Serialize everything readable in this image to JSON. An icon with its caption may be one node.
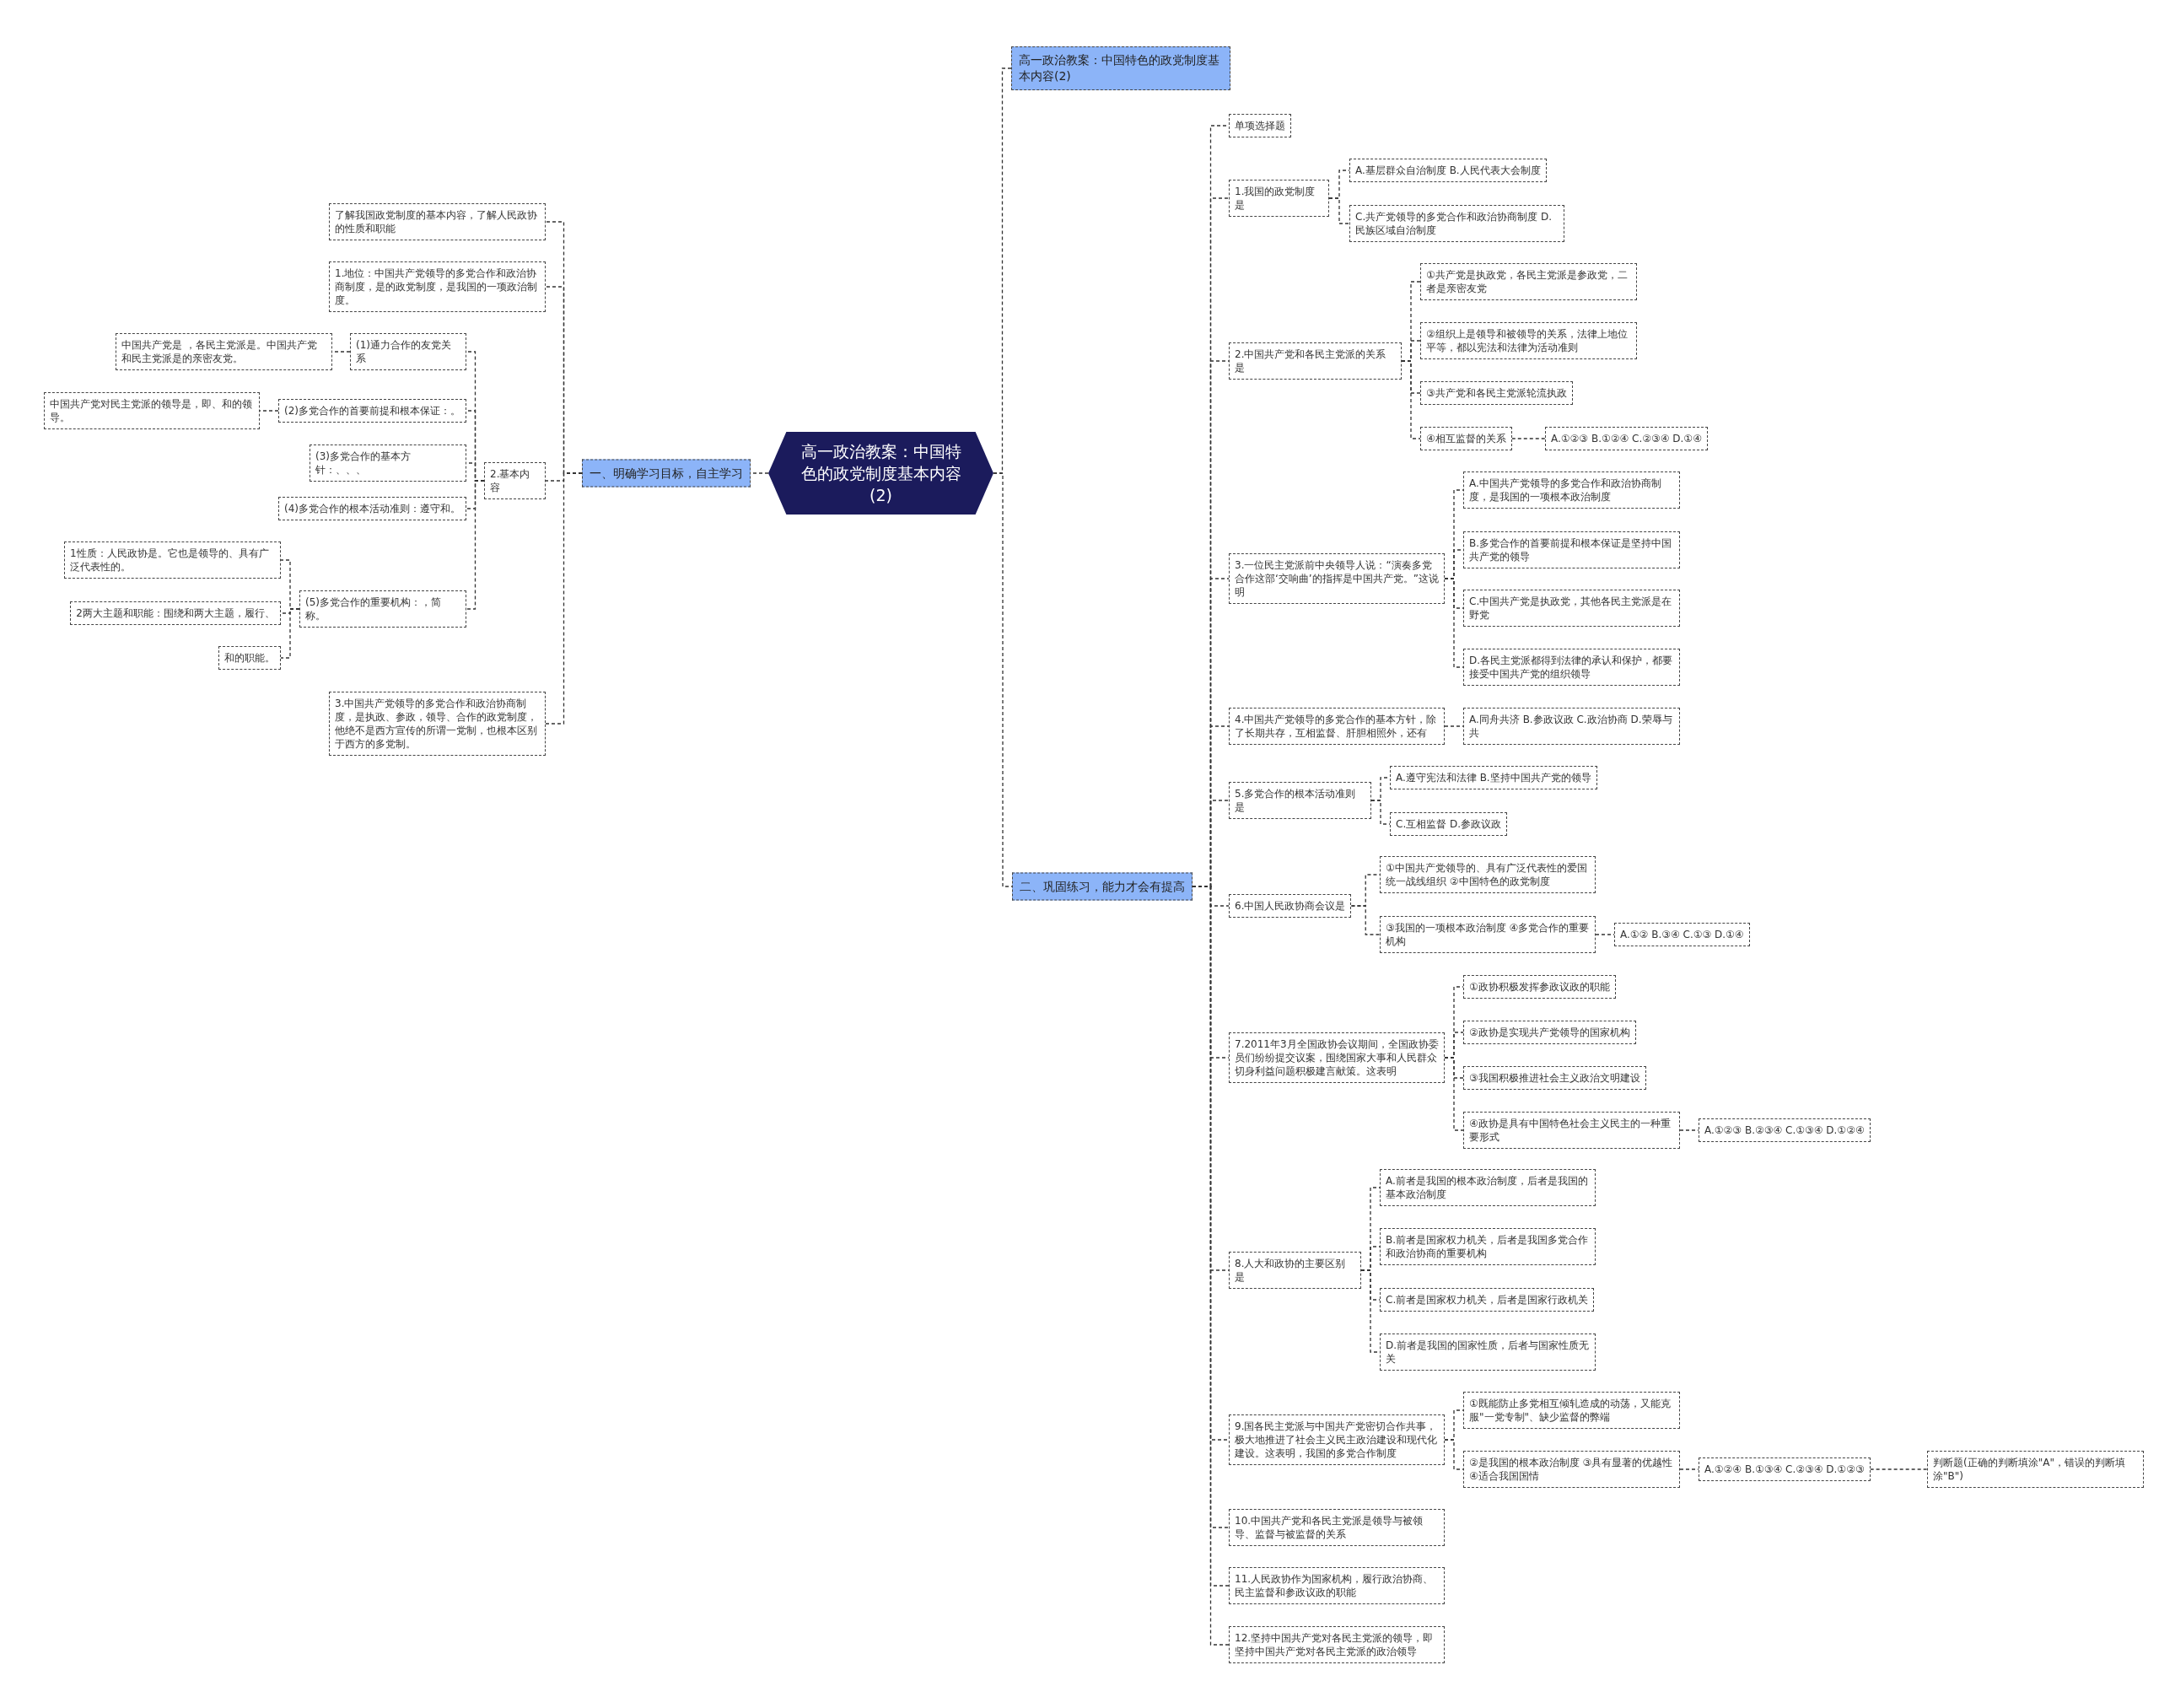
{
  "diagram": {
    "nodes": [
      {
        "text": [
          "高一政治教案：中国特色的政党制度基本内容(2)"
        ]
      },
      {
        "text": [
          "高一政治教案：中国特色的政党制度基本内容(2)"
        ]
      },
      {
        "text": [
          "一、明确学习目标，自主学习"
        ]
      },
      {
        "text": [
          "了解我国政党制度的基本内容，了解人民政协的性质和职能"
        ]
      },
      {
        "text": [
          "1.地位：中国共产党领导的多党合作和政治协商制度，是的政党制度，是我国的一项政治制度。"
        ]
      },
      {
        "text": [
          "2.基本内容"
        ]
      },
      {
        "text": [
          "(1)通力合作的友党关系"
        ]
      },
      {
        "text": [
          "中国共产党是 ，各民主党派是。中国共产党和民主党派是的亲密友党。"
        ]
      },
      {
        "text": [
          "(2)多党合作的首要前提和根本保证：。"
        ]
      },
      {
        "text": [
          "中国共产党对民主党派的领导是，即、和的领导。"
        ]
      },
      {
        "text": [
          "(3)多党合作的基本方针：、、、"
        ]
      },
      {
        "text": [
          "(4)多党合作的根本活动准则：遵守和。"
        ]
      },
      {
        "text": [
          "(5)多党合作的重要机构：，简称。"
        ]
      },
      {
        "text": [
          "1性质：人民政协是。它也是领导的、具有广泛代表性的。"
        ]
      },
      {
        "text": [
          "2两大主题和职能：围绕和两大主题，履行、"
        ]
      },
      {
        "text": [
          "和的职能。"
        ]
      },
      {
        "text": [
          "3.中国共产党领导的多党合作和政治协商制度，是执政、参政，领导、合作的政党制度，他绝不是西方宣传的所谓一党制，也根本区别于西方的多党制。"
        ]
      },
      {
        "text": [
          "二、巩固练习，能力才会有提高"
        ]
      },
      {
        "text": [
          "单项选择题"
        ]
      },
      {
        "text": [
          "1.我国的政党制度是"
        ]
      },
      {
        "text": [
          "A.基层群众自治制度 B.人民代表大会制度"
        ]
      },
      {
        "text": [
          "C.共产党领导的多党合作和政治协商制度 D.民族区域自治制度"
        ]
      },
      {
        "text": [
          "2.中国共产党和各民主党派的关系是"
        ]
      },
      {
        "text": [
          "①共产党是执政党，各民主党派是参政党，二者是亲密友党"
        ]
      },
      {
        "text": [
          "②组织上是领导和被领导的关系，法律上地位平等，都以宪法和法律为活动准则"
        ]
      },
      {
        "text": [
          "③共产党和各民主党派轮流执政"
        ]
      },
      {
        "text": [
          "④相互监督的关系"
        ]
      },
      {
        "text": [
          "A.①②③ B.①②④ C.②③④ D.①④"
        ]
      },
      {
        "text": [
          "3.一位民主党派前中央领导人说：“演奏多党合作这部‘交响曲’的指挥是中国共产党。”这说明"
        ]
      },
      {
        "text": [
          "A.中国共产党领导的多党合作和政治协商制度，是我国的一项根本政治制度"
        ]
      },
      {
        "text": [
          "B.多党合作的首要前提和根本保证是坚持中国共产党的领导"
        ]
      },
      {
        "text": [
          "C.中国共产党是执政党，其他各民主党派是在野党"
        ]
      },
      {
        "text": [
          "D.各民主党派都得到法律的承认和保护，都要接受中国共产党的组织领导"
        ]
      },
      {
        "text": [
          "4.中国共产党领导的多党合作的基本方针，除了长期共存，互相监督、肝胆相照外，还有"
        ]
      },
      {
        "text": [
          "A.同舟共济 B.参政议政 C.政治协商 D.荣辱与共"
        ]
      },
      {
        "text": [
          "5.多党合作的根本活动准则是"
        ]
      },
      {
        "text": [
          "A.遵守宪法和法律 B.坚持中国共产党的领导"
        ]
      },
      {
        "text": [
          "C.互相监督 D.参政议政"
        ]
      },
      {
        "text": [
          "6.中国人民政协商会议是"
        ]
      },
      {
        "text": [
          "①中国共产党领导的、具有广泛代表性的爱国统一战线组织 ②中国特色的政党制度"
        ]
      },
      {
        "text": [
          "③我国的一项根本政治制度 ④多党合作的重要机构"
        ]
      },
      {
        "text": [
          "A.①② B.③④ C.①③ D.①④"
        ]
      },
      {
        "text": [
          "7.2011年3月全国政协会议期间，全国政协委员们纷纷提交议案，围绕国家大事和人民群众切身利益问题积极建言献策。这表明"
        ]
      },
      {
        "text": [
          "①政协积极发挥参政议政的职能"
        ]
      },
      {
        "text": [
          "②政协是实现共产党领导的国家机构"
        ]
      },
      {
        "text": [
          "③我国积极推进社会主义政治文明建设"
        ]
      },
      {
        "text": [
          "④政协是具有中国特色社会主义民主的一种重要形式"
        ]
      },
      {
        "text": [
          "A.①②③ B.②③④ C.①③④ D.①②④"
        ]
      },
      {
        "text": [
          "8.人大和政协的主要区别是"
        ]
      },
      {
        "text": [
          "A.前者是我国的根本政治制度，后者是我国的基本政治制度"
        ]
      },
      {
        "text": [
          "B.前者是国家权力机关，后者是我国多党合作和政治协商的重要机构"
        ]
      },
      {
        "text": [
          "C.前者是国家权力机关，后者是国家行政机关"
        ]
      },
      {
        "text": [
          "D.前者是我国的国家性质，后者与国家性质无关"
        ]
      },
      {
        "text": [
          "9.国各民主党派与中国共产党密切合作共事，极大地推进了社会主义民主政治建设和现代化建设。这表明，我国的多党合作制度"
        ]
      },
      {
        "text": [
          "①既能防止多党相互倾轧造成的动荡，又能克服\"一党专制\"、缺少监督的弊端"
        ]
      },
      {
        "text": [
          "②是我国的根本政治制度 ③具有显著的优越性④适合我国国情"
        ]
      },
      {
        "text": [
          "A.①②④ B.①③④ C.②③④ D.①②③"
        ]
      },
      {
        "text": [
          "判断题(正确的判断填涂\"A\"，错误的判断填涂\"B\")"
        ]
      },
      {
        "text": [
          "10.中国共产党和各民主党派是领导与被领导、监督与被监督的关系"
        ]
      },
      {
        "text": [
          "11.人民政协作为国家机构，履行政治协商、民主监督和参政议政的职能"
        ]
      },
      {
        "text": [
          "12.坚持中国共产党对各民主党派的领导，即坚持中国共产党对各民主党派的政治领导"
        ]
      }
    ],
    "edges": [
      {
        "from": 0,
        "to": 1,
        "arrow": "none"
      },
      {
        "from": 0,
        "to": 2,
        "arrow": "none"
      },
      {
        "from": 2,
        "to": 3,
        "arrow": "none"
      },
      {
        "from": 2,
        "to": 4,
        "arrow": "none"
      },
      {
        "from": 2,
        "to": 5,
        "arrow": "none"
      },
      {
        "from": 2,
        "to": 16,
        "arrow": "none"
      },
      {
        "from": 5,
        "to": 6,
        "arrow": "none"
      },
      {
        "from": 5,
        "to": 8,
        "arrow": "none"
      },
      {
        "from": 5,
        "to": 10,
        "arrow": "none"
      },
      {
        "from": 5,
        "to": 11,
        "arrow": "none"
      },
      {
        "from": 5,
        "to": 12,
        "arrow": "none"
      },
      {
        "from": 6,
        "to": 7,
        "arrow": "none"
      },
      {
        "from": 8,
        "to": 9,
        "arrow": "none"
      },
      {
        "from": 12,
        "to": 13,
        "arrow": "none"
      },
      {
        "from": 12,
        "to": 14,
        "arrow": "none"
      },
      {
        "from": 12,
        "to": 15,
        "arrow": "none"
      },
      {
        "from": 0,
        "to": 17,
        "arrow": "none"
      },
      {
        "from": 17,
        "to": 18,
        "arrow": "none"
      },
      {
        "from": 17,
        "to": 19,
        "arrow": "none"
      },
      {
        "from": 17,
        "to": 22,
        "arrow": "none"
      },
      {
        "from": 17,
        "to": 28,
        "arrow": "none"
      },
      {
        "from": 17,
        "to": 33,
        "arrow": "none"
      },
      {
        "from": 17,
        "to": 35,
        "arrow": "none"
      },
      {
        "from": 17,
        "to": 38,
        "arrow": "none"
      },
      {
        "from": 17,
        "to": 42,
        "arrow": "none"
      },
      {
        "from": 17,
        "to": 48,
        "arrow": "none"
      },
      {
        "from": 17,
        "to": 53,
        "arrow": "none"
      },
      {
        "from": 17,
        "to": 58,
        "arrow": "none"
      },
      {
        "from": 17,
        "to": 59,
        "arrow": "none"
      },
      {
        "from": 17,
        "to": 60,
        "arrow": "none"
      },
      {
        "from": 19,
        "to": 20,
        "arrow": "none"
      },
      {
        "from": 19,
        "to": 21,
        "arrow": "none"
      },
      {
        "from": 22,
        "to": 23,
        "arrow": "none"
      },
      {
        "from": 22,
        "to": 24,
        "arrow": "none"
      },
      {
        "from": 22,
        "to": 25,
        "arrow": "none"
      },
      {
        "from": 22,
        "to": 26,
        "arrow": "none"
      },
      {
        "from": 26,
        "to": 27,
        "arrow": "none"
      },
      {
        "from": 28,
        "to": 29,
        "arrow": "none"
      },
      {
        "from": 28,
        "to": 30,
        "arrow": "none"
      },
      {
        "from": 28,
        "to": 31,
        "arrow": "none"
      },
      {
        "from": 28,
        "to": 32,
        "arrow": "none"
      },
      {
        "from": 33,
        "to": 34,
        "arrow": "none"
      },
      {
        "from": 35,
        "to": 36,
        "arrow": "none"
      },
      {
        "from": 35,
        "to": 37,
        "arrow": "none"
      },
      {
        "from": 38,
        "to": 39,
        "arrow": "none"
      },
      {
        "from": 38,
        "to": 40,
        "arrow": "none"
      },
      {
        "from": 40,
        "to": 41,
        "arrow": "none"
      },
      {
        "from": 42,
        "to": 43,
        "arrow": "none"
      },
      {
        "from": 42,
        "to": 44,
        "arrow": "none"
      },
      {
        "from": 42,
        "to": 45,
        "arrow": "none"
      },
      {
        "from": 42,
        "to": 46,
        "arrow": "none"
      },
      {
        "from": 46,
        "to": 47,
        "arrow": "none"
      },
      {
        "from": 48,
        "to": 49,
        "arrow": "none"
      },
      {
        "from": 48,
        "to": 50,
        "arrow": "none"
      },
      {
        "from": 48,
        "to": 51,
        "arrow": "none"
      },
      {
        "from": 48,
        "to": 52,
        "arrow": "none"
      },
      {
        "from": 53,
        "to": 54,
        "arrow": "none"
      },
      {
        "from": 53,
        "to": 55,
        "arrow": "none"
      },
      {
        "from": 55,
        "to": 56,
        "arrow": "none"
      },
      {
        "from": 56,
        "to": 57,
        "arrow": "none"
      }
    ]
  }
}
